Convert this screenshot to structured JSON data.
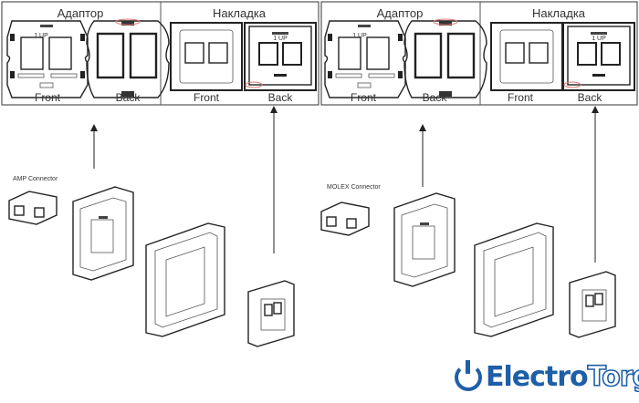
{
  "panels": [
    {
      "adapter_title": "Адаптор",
      "cover_title": "Накладка",
      "front": "Front",
      "back": "Back",
      "up_label": "1 UP",
      "connector": "AMP Connector"
    },
    {
      "adapter_title": "Адаптор",
      "cover_title": "Накладка",
      "front": "Front",
      "back": "Back",
      "up_label": "1 UP",
      "connector": "MOLEX Connector"
    }
  ],
  "logo": {
    "part1": "Electro",
    "part2": "Torg",
    "color": "#1e5fa8",
    "icon": "power-icon"
  }
}
